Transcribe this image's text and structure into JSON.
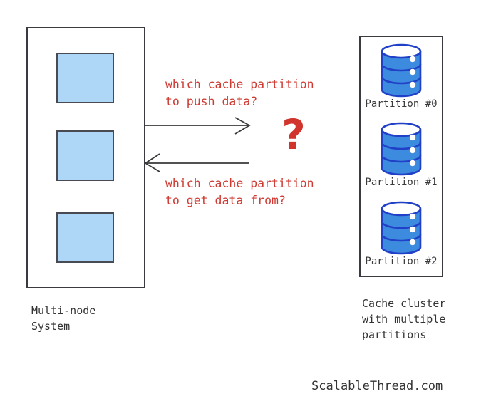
{
  "diagram": {
    "title": "Cache partition routing question diagram",
    "colors": {
      "node_fill": "#aed6f7",
      "node_stroke": "#4a4a52",
      "box_stroke": "#3a3a40",
      "cylinder_fill": "#3d8bdf",
      "cylinder_stroke": "#2140c8",
      "question_red": "#cf3a32",
      "text_dark": "#333333"
    },
    "left_system": {
      "label": "Multi-node\nSystem",
      "nodes": [
        {
          "name": "node-1"
        },
        {
          "name": "node-2"
        },
        {
          "name": "node-3"
        }
      ]
    },
    "right_cluster": {
      "label": "Cache cluster\nwith multiple\npartitions",
      "partitions": [
        {
          "label": "Partition #0",
          "icon": "database-cylinder-icon"
        },
        {
          "label": "Partition #1",
          "icon": "database-cylinder-icon"
        },
        {
          "label": "Partition #2",
          "icon": "database-cylinder-icon"
        }
      ]
    },
    "questions": {
      "push": "which cache partition\nto push data?",
      "get": "which cache partition\nto get data from?",
      "mark": "?"
    },
    "arrows": [
      {
        "name": "push-arrow",
        "direction": "right"
      },
      {
        "name": "get-arrow",
        "direction": "left"
      }
    ],
    "watermark": "ScalableThread.com"
  }
}
